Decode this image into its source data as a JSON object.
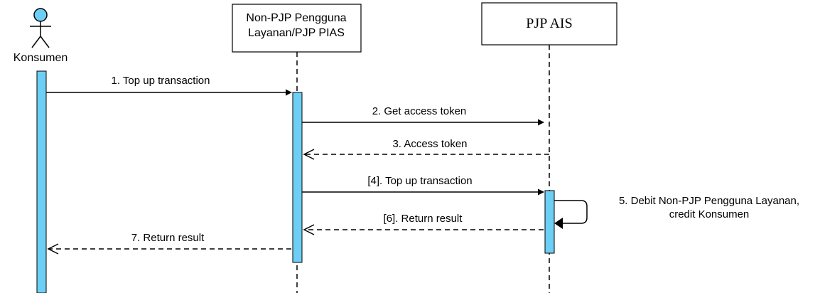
{
  "colors": {
    "activation_fill": "#6ecff6",
    "stroke": "#000000",
    "background": "#ffffff"
  },
  "participants": {
    "actor": {
      "name": "Konsumen",
      "icon": "person-stick-figure-icon"
    },
    "middle": {
      "line1": "Non-PJP Pengguna",
      "line2": "Layanan/PJP PIAS"
    },
    "right": {
      "name": "PJP AIS"
    }
  },
  "messages": {
    "m1": "1. Top up transaction",
    "m2": "2. Get access token",
    "m3": "3. Access token",
    "m4": "[4]. Top up transaction",
    "m5_line1": "5. Debit Non-PJP Pengguna Layanan,",
    "m5_line2": "credit Konsumen",
    "m6": "[6]. Return result",
    "m7": "7. Return result"
  }
}
